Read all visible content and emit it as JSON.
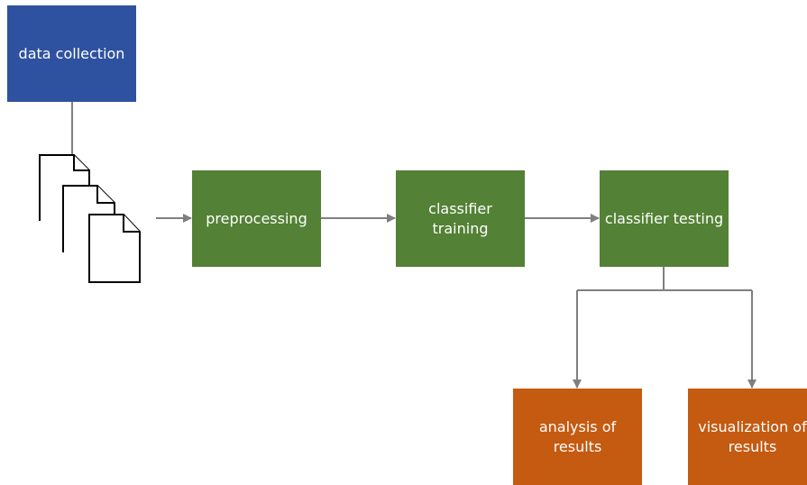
{
  "colors": {
    "source": "#2e52a0",
    "process": "#538135",
    "output": "#c55a11",
    "connector": "#7f7f7f",
    "document_stroke": "#000000"
  },
  "nodes": {
    "data_collection": {
      "label": "data collection",
      "color": "#2e52a0"
    },
    "preprocessing": {
      "label": "preprocessing",
      "color": "#538135"
    },
    "classifier_training": {
      "label": "classifier\ntraining",
      "color": "#538135"
    },
    "classifier_testing": {
      "label": "classifier testing",
      "color": "#538135"
    },
    "analysis_of_results": {
      "label": "analysis of\nresults",
      "color": "#c55a11"
    },
    "visualization_of_results": {
      "label": "visualization of\nresults",
      "color": "#c55a11"
    }
  },
  "icons": {
    "documents": "document-stack-icon"
  }
}
